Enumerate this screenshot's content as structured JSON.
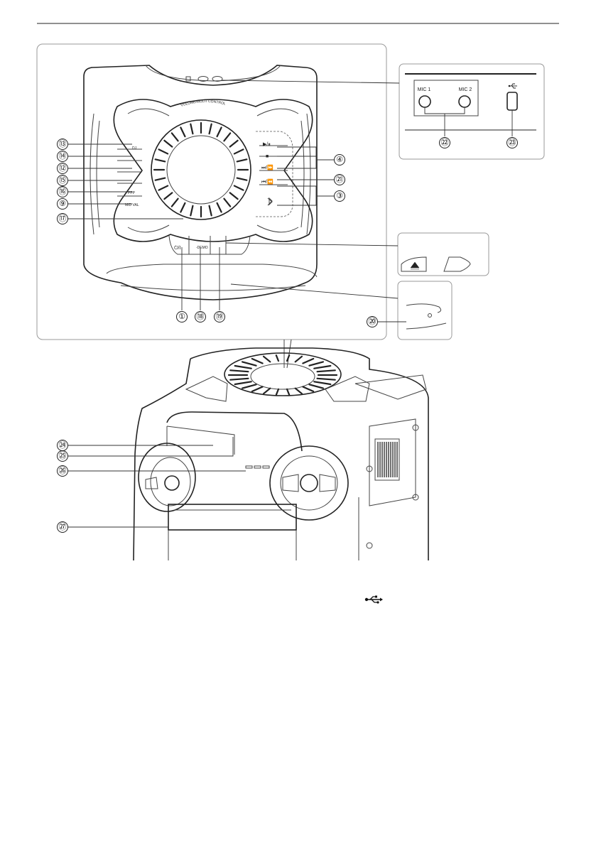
{
  "controls": {
    "power_symbol": "⏻/I",
    "demo_label": "-DEMO",
    "volume_arc_label": "VOLUME/MULTI CONTROL",
    "left_labels": [
      "DJ",
      "PPP",
      "MID VAL"
    ],
    "play_pause": "▶/⏸",
    "stop": "■",
    "skip_fwd": "⏭/⏩",
    "skip_back": "⏮/⏪",
    "bluetooth_icon": "bluetooth-icon"
  },
  "inset_connectors": {
    "mic1_label": "MIC 1",
    "mic2_label": "MIC 2",
    "usb_icon": "usb-icon"
  },
  "callouts": {
    "n1": "①",
    "n3": "③",
    "n4": "④",
    "n9": "⑨",
    "n12": "⑫",
    "n13": "⑬",
    "n14": "⑭",
    "n15": "⑮",
    "n16": "⑯",
    "n17": "⑰",
    "n18": "⑱",
    "n19": "⑲",
    "n20": "⑳",
    "n21": "㉑",
    "n22": "㉒",
    "n23": "㉓",
    "n24": "㉔",
    "n25": "㉕",
    "n26": "㉖",
    "n27": "㉗"
  },
  "footer_usb_icon": "usb-icon"
}
